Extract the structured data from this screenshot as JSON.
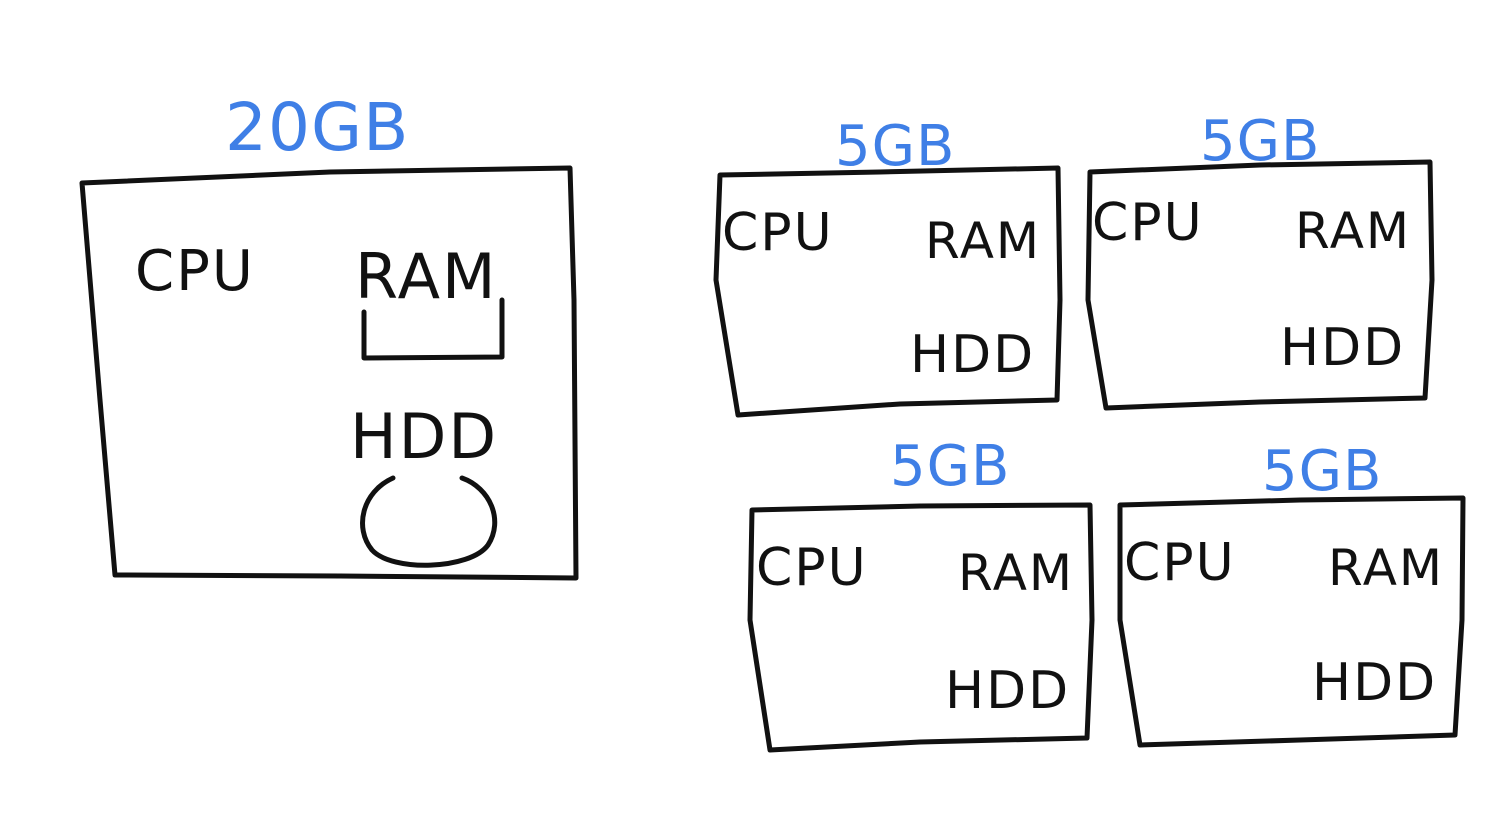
{
  "colors": {
    "outline": "#111111",
    "capacity": "#3f7fe6",
    "background": "#ffffff"
  },
  "single_server": {
    "capacity": "20GB",
    "cpu": "CPU",
    "ram": "RAM",
    "hdd": "HDD"
  },
  "split_servers": [
    {
      "capacity": "5GB",
      "cpu": "CPU",
      "ram": "RAM",
      "hdd": "HDD"
    },
    {
      "capacity": "5GB",
      "cpu": "CPU",
      "ram": "RAM",
      "hdd": "HDD"
    },
    {
      "capacity": "5GB",
      "cpu": "CPU",
      "ram": "RAM",
      "hdd": "HDD"
    },
    {
      "capacity": "5GB",
      "cpu": "CPU",
      "ram": "RAM",
      "hdd": "HDD"
    }
  ]
}
